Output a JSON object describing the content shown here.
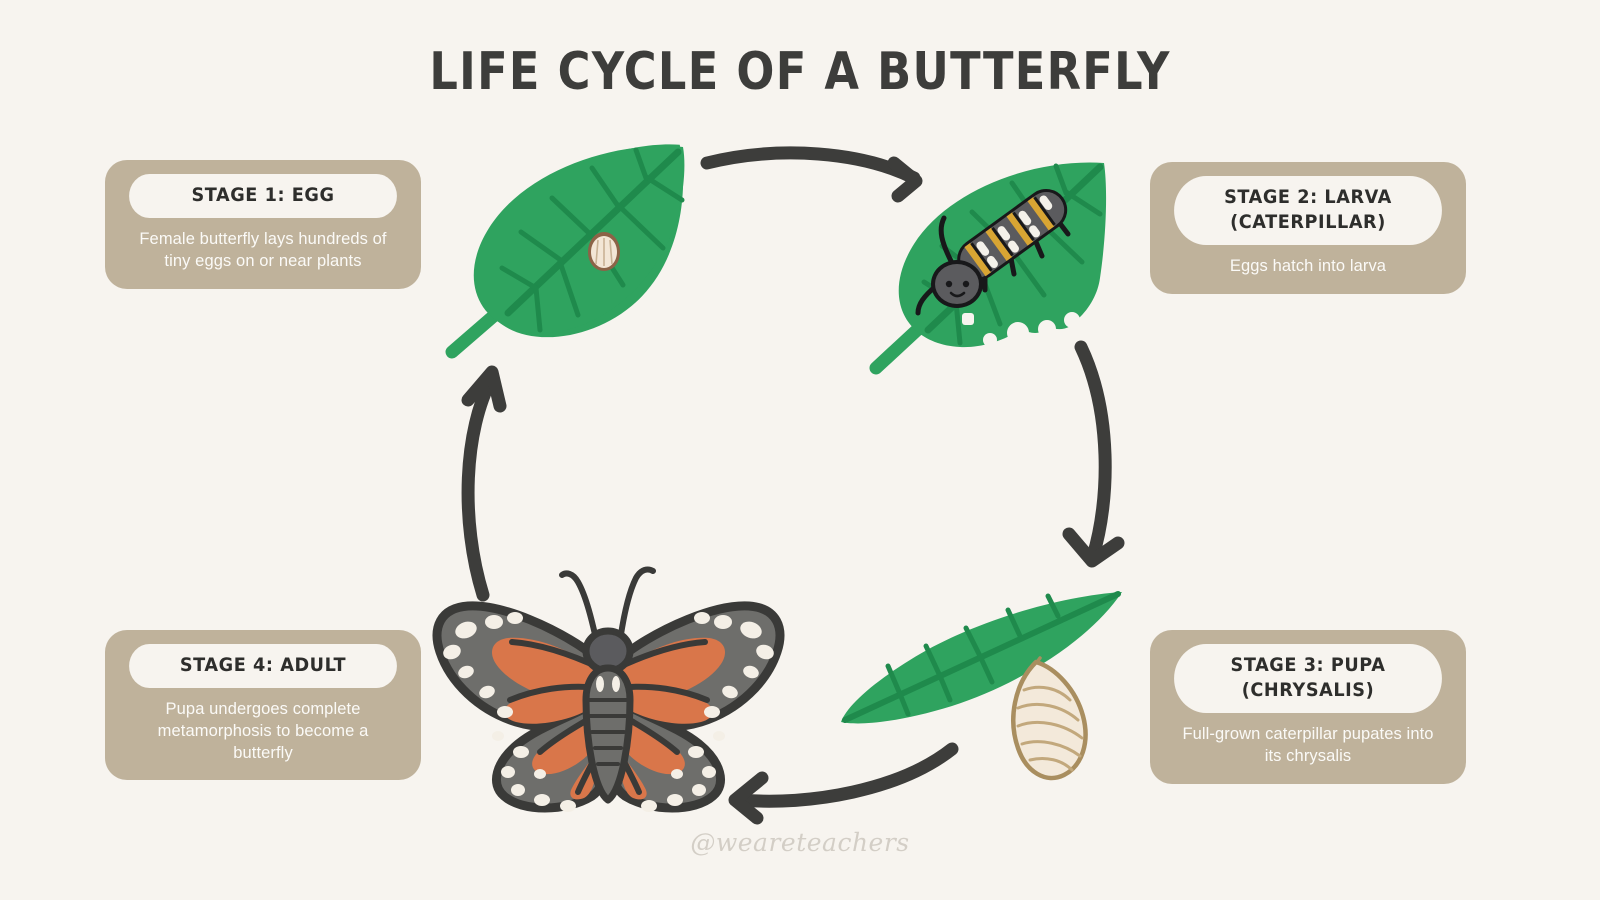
{
  "page": {
    "title": "LIFE CYCLE OF A BUTTERFLY",
    "watermark": "@weareteachers",
    "background_color": "#F7F4EF",
    "card_color": "#BFB29B",
    "pill_color": "#F7F4EF",
    "title_color": "#3D3D3B",
    "leaf_green": "#2FA35F",
    "leaf_vein_green": "#1F8A4C",
    "butterfly_orange": "#D9764A",
    "butterfly_dark": "#3A3A38",
    "butterfly_gray": "#6E6E6B",
    "chrysalis_cream": "#F3E9DA",
    "chrysalis_outline": "#A98E5F",
    "arrow_color": "#3D3D3B"
  },
  "stages": [
    {
      "id": "stage-1",
      "title": "STAGE 1: EGG",
      "title_lines": [
        "STAGE 1: EGG"
      ],
      "description": "Female butterfly lays hundreds of tiny eggs on or near plants",
      "illustration": "leaf-with-egg"
    },
    {
      "id": "stage-2",
      "title": "STAGE 2: LARVA (CATERPILLAR)",
      "title_lines": [
        "STAGE 2: LARVA",
        "(CATERPILLAR)"
      ],
      "description": "Eggs hatch into larva",
      "illustration": "leaf-with-caterpillar"
    },
    {
      "id": "stage-3",
      "title": "STAGE 3: PUPA (CHRYSALIS)",
      "title_lines": [
        "STAGE 3: PUPA",
        "(CHRYSALIS)"
      ],
      "description": "Full-grown caterpillar pupates into its chrysalis",
      "illustration": "leaf-with-chrysalis"
    },
    {
      "id": "stage-4",
      "title": "STAGE 4: ADULT",
      "title_lines": [
        "STAGE 4: ADULT"
      ],
      "description": "Pupa undergoes complete metamorphosis to become a butterfly",
      "illustration": "monarch-butterfly"
    }
  ],
  "arrows": [
    {
      "id": "arrow-egg-to-larva",
      "direction": "right",
      "from": "stage-1",
      "to": "stage-2"
    },
    {
      "id": "arrow-larva-to-pupa",
      "direction": "down",
      "from": "stage-2",
      "to": "stage-3"
    },
    {
      "id": "arrow-pupa-to-adult",
      "direction": "left",
      "from": "stage-3",
      "to": "stage-4"
    },
    {
      "id": "arrow-adult-to-egg",
      "direction": "up",
      "from": "stage-4",
      "to": "stage-1"
    }
  ]
}
